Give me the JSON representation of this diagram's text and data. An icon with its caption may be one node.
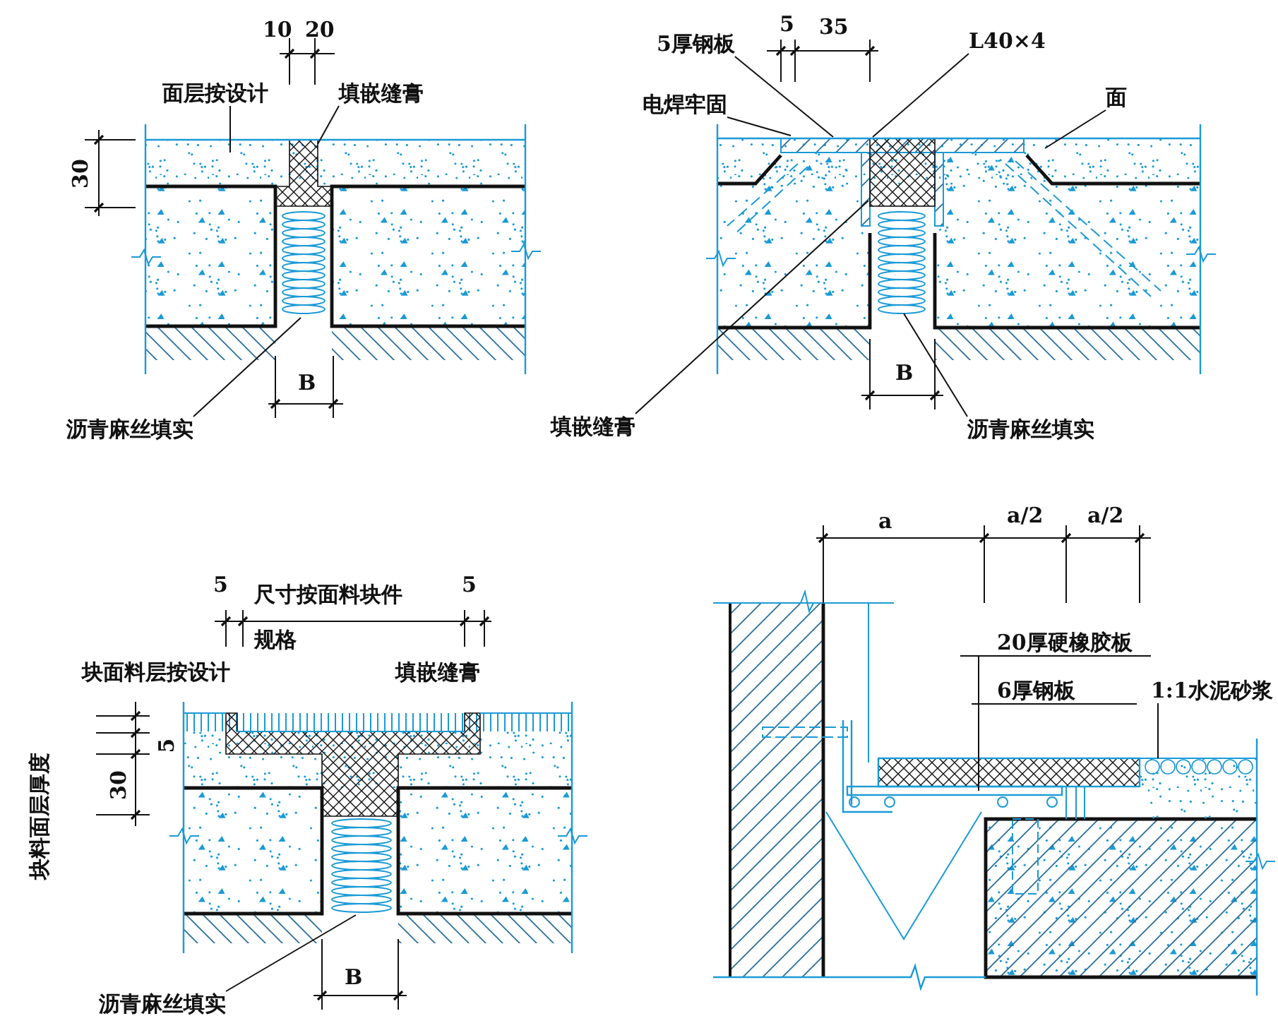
{
  "diagram": {
    "nodes": [
      {
        "text": [
          "面层按设计"
        ]
      },
      {
        "text": [
          "填嵌缝膏"
        ]
      },
      {
        "text": [
          "沥青麻丝填实"
        ]
      },
      {
        "text": [
          "5厚钢板"
        ]
      },
      {
        "text": [
          "L40×4"
        ]
      },
      {
        "text": [
          "电焊牢固"
        ]
      },
      {
        "text": [
          "面"
        ]
      },
      {
        "text": [
          "填嵌缝膏"
        ]
      },
      {
        "text": [
          "沥青麻丝填实"
        ]
      },
      {
        "text": [
          "沥青麻丝填实"
        ]
      },
      {
        "text": [
          "20厚硬橡胶板"
        ]
      },
      {
        "text": [
          "6厚钢板"
        ]
      },
      {
        "text": [
          "1:1水泥砂浆"
        ]
      }
    ],
    "edges": [
      {
        "from": 0,
        "to": null,
        "arrow": "none"
      },
      {
        "from": 1,
        "to": null,
        "arrow": "none"
      },
      {
        "from": 2,
        "to": null,
        "arrow": "none"
      },
      {
        "from": 3,
        "to": null,
        "arrow": "none"
      },
      {
        "from": 4,
        "to": null,
        "arrow": "none"
      },
      {
        "from": 5,
        "to": null,
        "arrow": "none"
      },
      {
        "from": 6,
        "to": null,
        "arrow": "none"
      },
      {
        "from": 7,
        "to": null,
        "arrow": "none"
      },
      {
        "from": 8,
        "to": null,
        "arrow": "none"
      },
      {
        "from": 9,
        "to": null,
        "arrow": "none"
      },
      {
        "from": 10,
        "to": null,
        "arrow": "none"
      },
      {
        "from": 11,
        "to": null,
        "arrow": "none"
      },
      {
        "from": 12,
        "to": null,
        "arrow": "none"
      }
    ],
    "labels": [
      "10",
      "20",
      "30",
      "B",
      "5",
      "35",
      "B",
      "5",
      "尺寸按面料块件规格",
      "5",
      "块面料层按设计",
      "填嵌缝膏",
      "5",
      "30",
      "块料面层厚度",
      "B",
      "a",
      "a/2",
      "a/2"
    ]
  }
}
